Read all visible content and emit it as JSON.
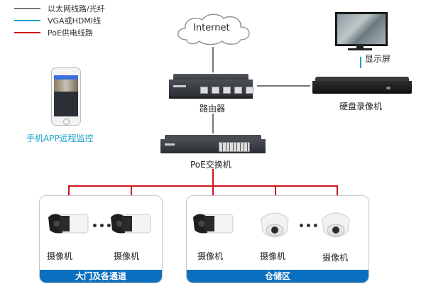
{
  "legend": [
    {
      "label": "以太网线路/光纤",
      "color": "#777777"
    },
    {
      "label": "VGA或HDMI线",
      "color": "#1aa3c8"
    },
    {
      "label": "PoE供电线路",
      "color": "#d0121b"
    }
  ],
  "nodes": {
    "internet": "Internet",
    "router": "路由器",
    "monitor": "显示屏",
    "nvr": "硬盘录像机",
    "mobile": "手机APP远程监控",
    "poe_switch": "PoE交换机"
  },
  "zones": [
    {
      "title": "大门及各通道",
      "cameras": [
        {
          "label": "摄像机",
          "type": "bullet"
        },
        {
          "label": "摄像机",
          "type": "bullet"
        }
      ],
      "ellipsis": "•••"
    },
    {
      "title": "仓储区",
      "cameras": [
        {
          "label": "摄像机",
          "type": "bullet"
        },
        {
          "label": "摄像机",
          "type": "dome"
        },
        {
          "label": "摄像机",
          "type": "dome"
        }
      ],
      "ellipsis": "•••"
    }
  ],
  "colors": {
    "ethernet": "#777777",
    "video": "#1aa3c8",
    "poe": "#d0121b",
    "zone_bar": "#0b6fc0",
    "mobile_text": "#1aa3c8"
  }
}
